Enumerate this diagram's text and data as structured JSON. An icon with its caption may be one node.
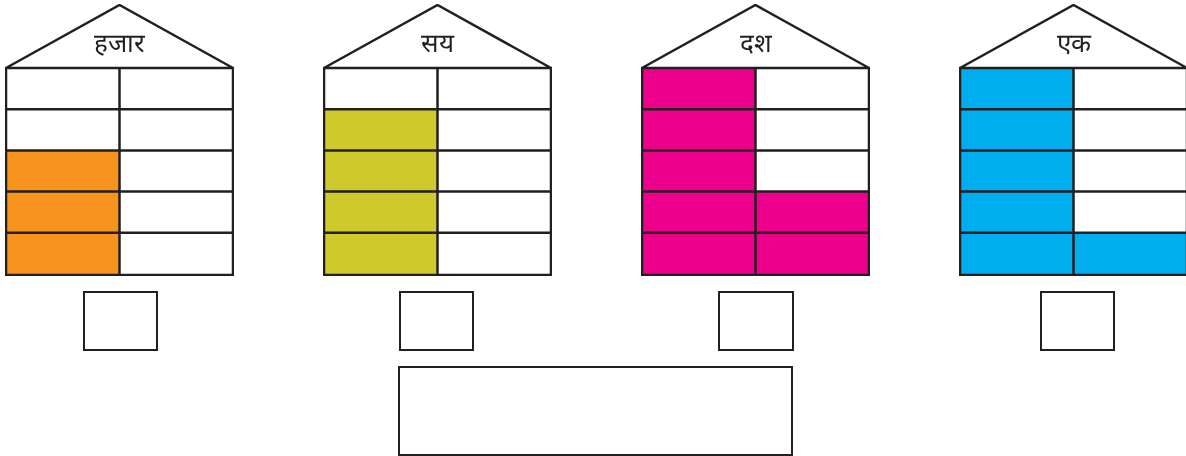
{
  "diagram": {
    "nodes": [
      {
        "text": [
          "हजार"
        ]
      },
      {
        "text": [
          "सय"
        ]
      },
      {
        "text": [
          "दश"
        ]
      },
      {
        "text": [
          "एक"
        ]
      },
      {
        "text": [],
        "shape": "box"
      },
      {
        "text": [],
        "shape": "box"
      },
      {
        "text": [],
        "shape": "box"
      },
      {
        "text": [],
        "shape": "box"
      },
      {
        "text": [],
        "shape": "box"
      }
    ],
    "edges": []
  }
}
